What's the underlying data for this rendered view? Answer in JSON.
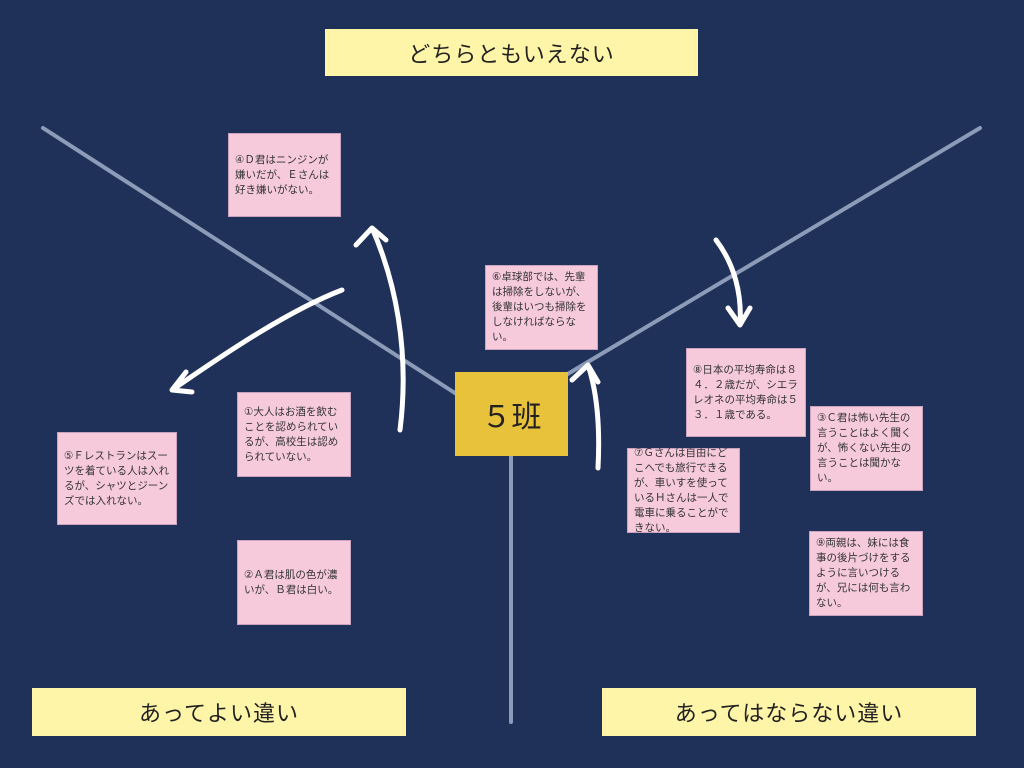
{
  "labels": {
    "top": "どちらともいえない",
    "bottom_left": "あってよい違い",
    "bottom_right": "あってはならない違い"
  },
  "center": "５班",
  "notes": {
    "n1": "①大人はお酒を飲むことを認められているが、高校生は認められていない。",
    "n2": "②Ａ君は肌の色が濃いが、Ｂ君は白い。",
    "n3": "③Ｃ君は怖い先生の言うことはよく聞くが、怖くない先生の言うことは聞かない。",
    "n4": "④Ｄ君はニンジンが嫌いだが、Ｅさんは好き嫌いがない。",
    "n5": "⑤Ｆレストランはスーツを着ている人は入れるが、シャツとジーンズでは入れない。",
    "n6": "⑥卓球部では、先輩は掃除をしないが、後輩はいつも掃除をしなければならない。",
    "n7": "⑦Ｇさんは自由にどこへでも旅行できるが、車いすを使っているＨさんは一人で電車に乗ることができない。",
    "n8": "⑧日本の平均寿命は８４．２歳だが、シエラレオネの平均寿命は５３．１歳である。",
    "n9": "⑨両親は、妹には食事の後片づけをするように言いつけるが、兄には何も言わない。"
  },
  "colors": {
    "background": "#1f3158",
    "label": "#fff5a8",
    "center": "#e9c23c",
    "note": "#f6cadb",
    "axis": "#8c9bb8"
  }
}
